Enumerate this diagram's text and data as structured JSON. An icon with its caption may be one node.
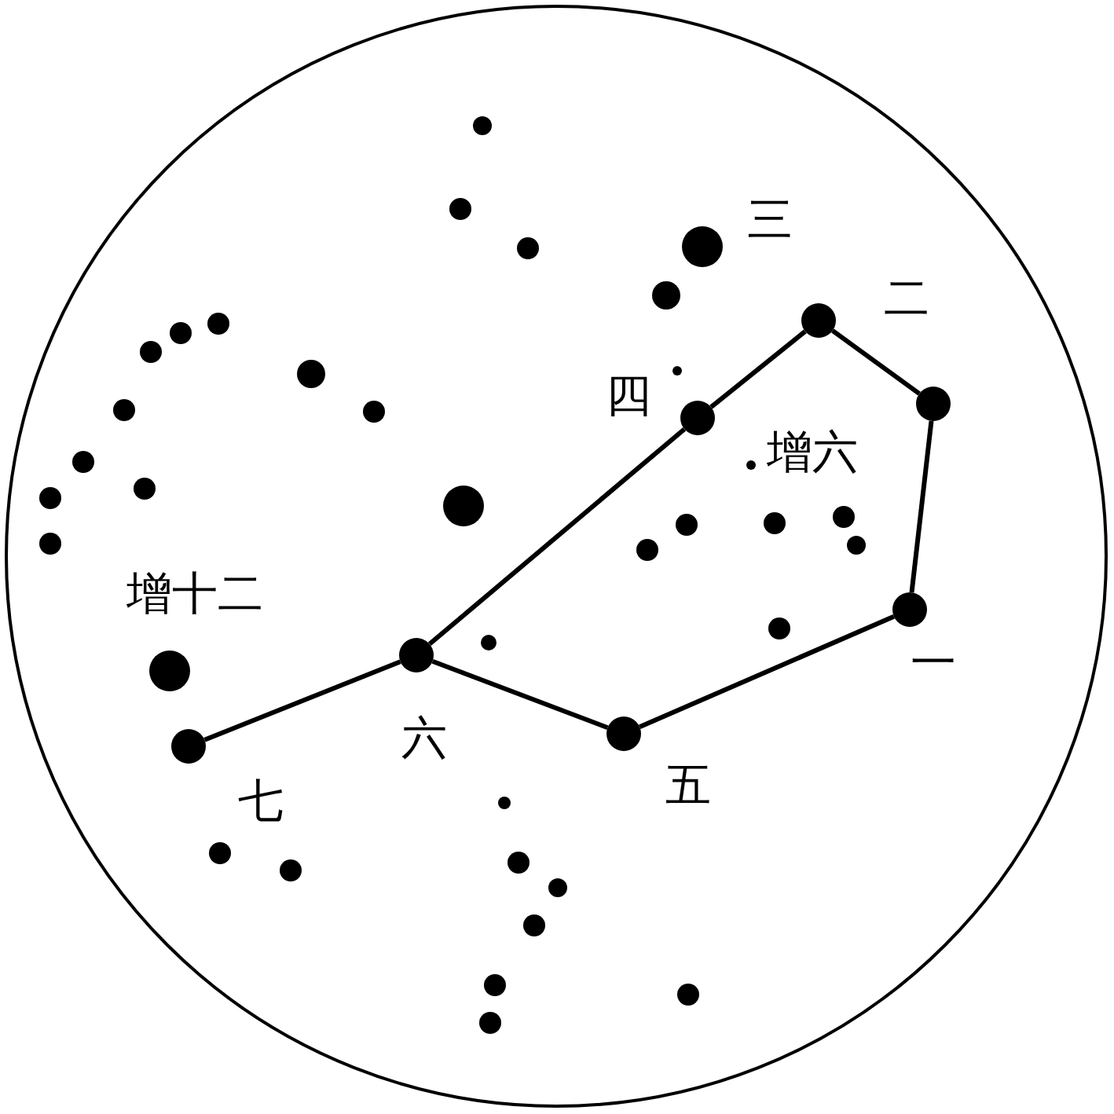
{
  "diagram": {
    "nodes": [
      {
        "text": [],
        "shape": "circle",
        "beside": [
          "七"
        ]
      },
      {
        "text": [],
        "shape": "circle",
        "beside": [
          "六"
        ]
      },
      {
        "text": [],
        "shape": "circle",
        "beside": [
          "四"
        ]
      },
      {
        "text": [],
        "shape": "circle",
        "beside": [
          "二"
        ]
      },
      {
        "text": [],
        "shape": "circle"
      },
      {
        "text": [],
        "shape": "circle",
        "beside": [
          "一"
        ]
      },
      {
        "text": [],
        "shape": "circle",
        "beside": [
          "五"
        ]
      }
    ],
    "edges": [
      {
        "from": 0,
        "to": 1,
        "arrow": "none"
      },
      {
        "from": 1,
        "to": 2,
        "arrow": "none"
      },
      {
        "from": 2,
        "to": 3,
        "arrow": "none"
      },
      {
        "from": 3,
        "to": 4,
        "arrow": "none"
      },
      {
        "from": 4,
        "to": 5,
        "arrow": "none"
      },
      {
        "from": 5,
        "to": 6,
        "arrow": "none"
      },
      {
        "from": 6,
        "to": 1,
        "arrow": "none"
      }
    ],
    "labels": [
      "三",
      "增六",
      "增十二"
    ]
  }
}
